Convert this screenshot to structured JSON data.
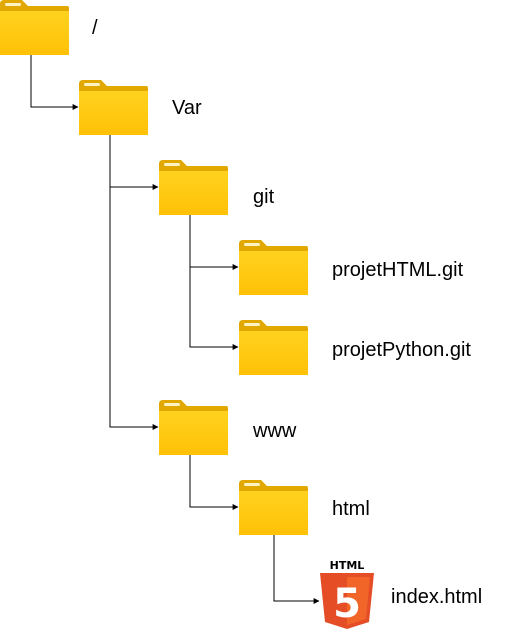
{
  "tree": {
    "nodes": [
      {
        "id": "root",
        "label": "/",
        "kind": "folder-icon"
      },
      {
        "id": "var",
        "label": "Var",
        "kind": "folder-icon"
      },
      {
        "id": "git",
        "label": "git",
        "kind": "folder-icon"
      },
      {
        "id": "pHTML",
        "label": "projetHTML.git",
        "kind": "folder-icon"
      },
      {
        "id": "pPy",
        "label": "projetPython.git",
        "kind": "folder-icon"
      },
      {
        "id": "www",
        "label": "www",
        "kind": "folder-icon"
      },
      {
        "id": "html",
        "label": "html",
        "kind": "folder-icon"
      },
      {
        "id": "index",
        "label": "index.html",
        "kind": "html5-icon"
      }
    ],
    "edges": [
      [
        "root",
        "var"
      ],
      [
        "var",
        "git"
      ],
      [
        "git",
        "pHTML"
      ],
      [
        "git",
        "pPy"
      ],
      [
        "var",
        "www"
      ],
      [
        "www",
        "html"
      ],
      [
        "html",
        "index"
      ]
    ],
    "html5_badge_text": "HTML",
    "html5_shield_glyph": "5",
    "colors": {
      "folder_front": "#FFD21F",
      "folder_front_bottom": "#FFC107",
      "folder_back": "#E0A800",
      "folder_tab_highlight": "#FFF3C4",
      "html5_orange": "#E44D26",
      "html5_light": "#F16529",
      "line": "#000000"
    }
  }
}
